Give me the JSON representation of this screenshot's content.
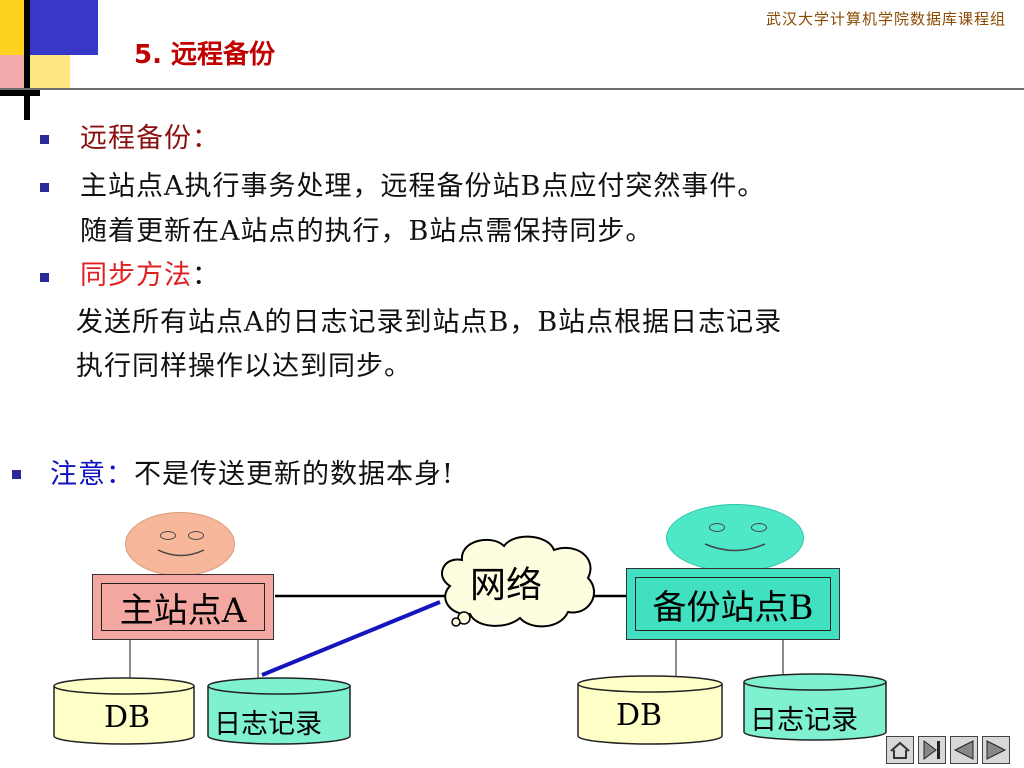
{
  "header": {
    "org": "武汉大学计算机学院数据库课程组",
    "title_number": "5.",
    "title_text": "远程备份"
  },
  "bullets": {
    "b1_title": "远程备份：",
    "b2_line1": "主站点A执行事务处理，远程备份站B点应付突然事件。",
    "b2_line2": "随着更新在A站点的执行，B站点需保持同步。",
    "b3_title": "同步方法",
    "b3_colon": "：",
    "b3_line1": "发送所有站点A的日志记录到站点B，B站点根据日志记录",
    "b3_line2": "执行同样操作以达到同步。",
    "note_label": "注意：",
    "note_text": "不是传送更新的数据本身!"
  },
  "diagram": {
    "site_a": "主站点A",
    "site_b": "备份站点B",
    "network": "网络",
    "db_left": "DB",
    "log_left": "日志记录",
    "db_right": "DB",
    "log_right": "日志记录"
  },
  "colors": {
    "site_a_fill": "#f4a6a0",
    "site_b_fill": "#40e0c0",
    "face_a": "#f7b79a",
    "face_b": "#4ee8c8",
    "db_fill": "#ffffc8",
    "log_fill": "#7ff0d0",
    "link": "#1515c0"
  },
  "nav": {
    "icons": [
      "home-icon",
      "last-slide-icon",
      "previous-slide-icon",
      "next-slide-icon"
    ]
  }
}
